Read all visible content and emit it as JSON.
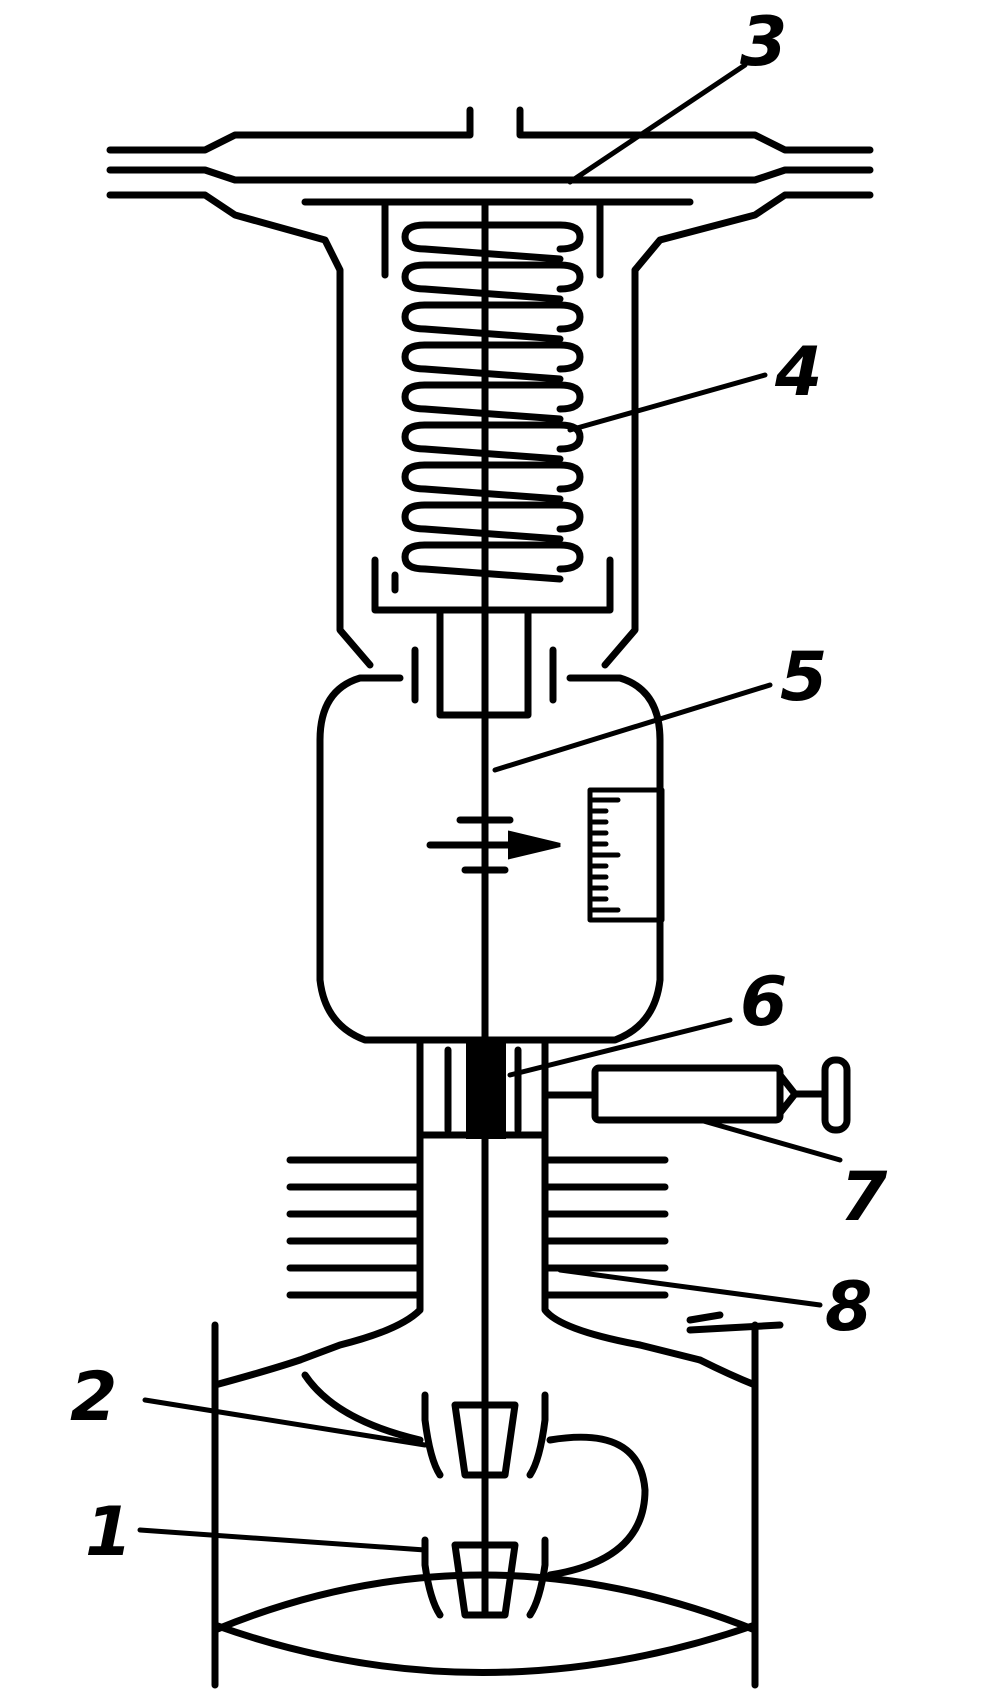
{
  "labels": {
    "l1": "1",
    "l2": "2",
    "l3": "3",
    "l4": "4",
    "l5": "5",
    "l6": "6",
    "l7": "7",
    "l8": "8"
  },
  "colors": {
    "ink": "#000000",
    "paper": "#ffffff"
  }
}
